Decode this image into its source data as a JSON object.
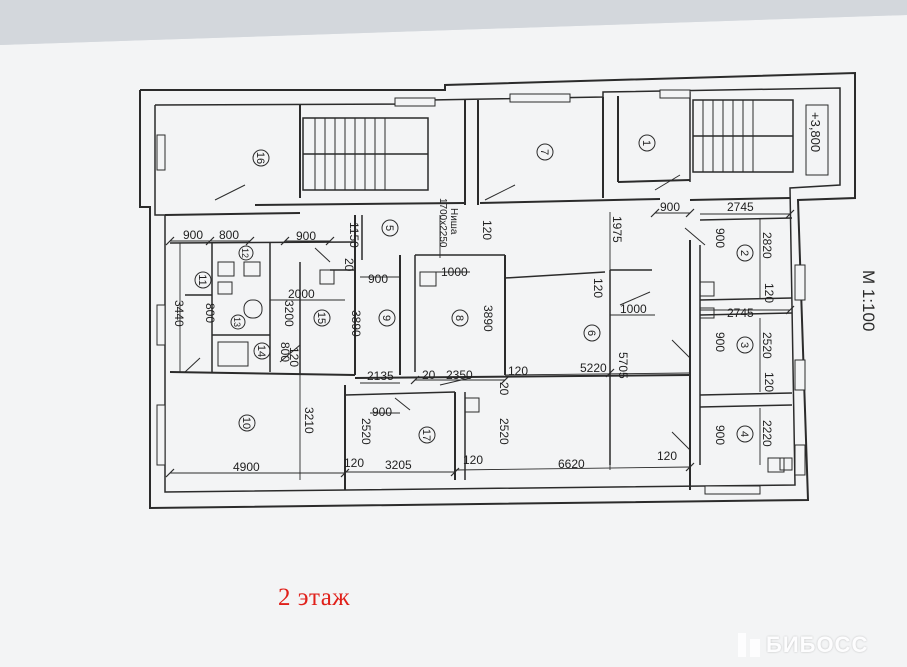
{
  "floor_label": "2 этаж",
  "scale": "М 1:100",
  "elevation": "+3,800",
  "niche": {
    "title": "Ниша",
    "size": "1700х2250"
  },
  "watermark": "БИБОСС",
  "colors": {
    "paper": "#f3f4f5",
    "line": "#2b2b2b",
    "label": "#e0201a"
  },
  "rooms": [
    "1",
    "2",
    "3",
    "4",
    "5",
    "6",
    "7",
    "8",
    "9",
    "10",
    "11",
    "12",
    "13",
    "14",
    "15",
    "16",
    "17"
  ],
  "dimensions": {
    "d900a": "900",
    "d800a": "800",
    "d900b": "900",
    "d1150": "1150",
    "d20a": "20",
    "d2000": "2000",
    "d3200": "3200",
    "d3440": "3440",
    "d800b": "800",
    "d800c": "800",
    "d120a": "120",
    "d900c": "900",
    "d3890a": "3890",
    "d1000a": "1000",
    "d3890b": "3890",
    "d120b": "120",
    "d1975": "1975",
    "d120c": "120",
    "d1000b": "1000",
    "d900d": "900",
    "d2745a": "2745",
    "d2820": "2820",
    "d120d": "120",
    "d2745b": "2745",
    "d2520a": "2520",
    "d120e": "120",
    "d2220": "2220",
    "d900e": "900",
    "d900f": "900",
    "d900g": "900",
    "d2135": "2135",
    "d20b": "20",
    "d2350": "2350",
    "d120f": "120",
    "d5220": "5220",
    "d5705": "5705",
    "d20c": "20",
    "d2520b": "2520",
    "d2520c": "2520",
    "d900h": "900",
    "d3210": "3210",
    "d4900": "4900",
    "d120g": "120",
    "d3205": "3205",
    "d120h": "120",
    "d6620": "6620",
    "d120i": "120"
  }
}
